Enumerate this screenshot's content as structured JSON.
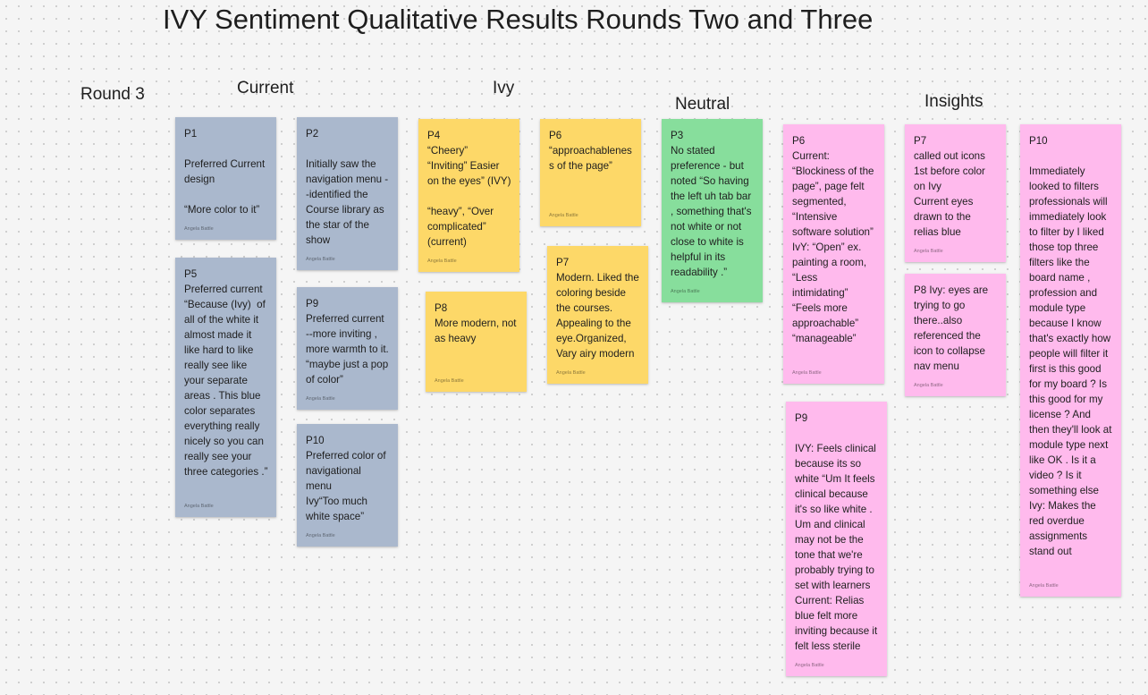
{
  "board": {
    "title": "IVY Sentiment Qualitative Results Rounds Two and Three"
  },
  "headings": {
    "round": "Round 3",
    "current": "Current",
    "ivy": "Ivy",
    "neutral": "Neutral",
    "insights": "Insights"
  },
  "colors": {
    "blue": "#aab8cd",
    "yellow": "#fdd868",
    "green": "#87de9c",
    "pink": "#ffbaed"
  },
  "notes": {
    "p1": {
      "text": "P1\n\nPreferred Current design\n\n“More color to it”",
      "author": "Angela Battle"
    },
    "p2": {
      "text": "P2\n\nInitially saw the navigation menu --identified the Course library as the star of the show",
      "author": "Angela Battle"
    },
    "p5": {
      "text": "P5\nPreferred current “Because (Ivy)  of all of the white it almost made it like hard to like really see like your separate areas . This blue color separates everything really nicely so you can really see your three categories .”",
      "author": "Angela Battle"
    },
    "p9_current": {
      "text": "P9\nPreferred current --more inviting , more warmth to it. “maybe just a pop of color”",
      "author": "Angela Battle"
    },
    "p10_current": {
      "text": "P10\nPreferred color of navigational menu\nIvy“Too much white space”",
      "author": "Angela Battle"
    },
    "p4": {
      "text": "P4\n“Cheery”\n“Inviting” Easier on the eyes” (IVY)\n\n“heavy”, “Over complicated” (current)",
      "author": "Angela Battle"
    },
    "p6_ivy": {
      "text": "P6\n“approachableness of the page”",
      "author": "Angela Battle"
    },
    "p8_ivy": {
      "text": "P8\nMore modern, not as heavy",
      "author": "Angela Battle"
    },
    "p7_ivy": {
      "text": "P7\nModern. Liked the coloring beside the courses. Appealing to the eye.Organized, Vary airy modern",
      "author": "Angela Battle"
    },
    "p3": {
      "text": "P3\nNo stated preference - but noted “So having the left uh tab bar , something that's not white or not close to white is helpful in its readability .”",
      "author": "Angela Battle"
    },
    "p6_insight": {
      "text": "P6\nCurrent: “Blockiness of the page”, page felt segmented, “Intensive software solution”\nIvY: “Open” ex. painting a room, “Less intimidating” “Feels more approachable” “manageable”",
      "author": "Angela Battle"
    },
    "p9_insight": {
      "text": "P9\n\nIVY: Feels clinical because its so white “Um It feels clinical because it's so like white . Um and clinical may not be the tone that we're probably trying to set with learners\nCurrent: Relias blue felt more inviting because it felt less sterile",
      "author": "Angela Battle"
    },
    "p7_insight": {
      "text": "P7\ncalled out icons 1st before color on Ivy\nCurrent eyes drawn to the relias blue",
      "author": "Angela Battle"
    },
    "p8_insight": {
      "text": "P8 Ivy: eyes are trying to go there..also referenced the icon to collapse nav menu",
      "author": "Angela Battle"
    },
    "p10_insight": {
      "text": "P10\n\nImmediately looked to filters professionals will immediately look to filter by I liked those top three filters like the board name , profession and module type because I know that's exactly how people will filter it first is this good for my board ? Is this good for my license ? And then they'll look at module type next like OK . Is it a video ? Is it something else\nIvy: Makes the red overdue assignments stand out",
      "author": "Angela Battle"
    }
  }
}
